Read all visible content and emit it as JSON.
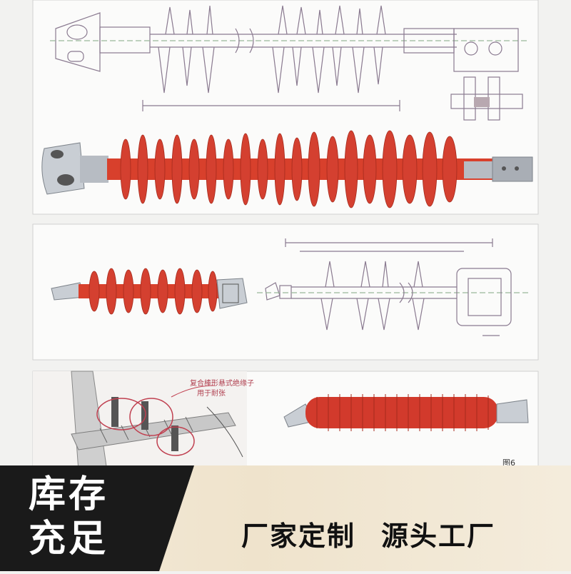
{
  "colors": {
    "insulator_red": "#d8402c",
    "drawing_line": "#8a7a90",
    "banner_dark": "#1a1a1a",
    "banner_light": "#f2e6d0"
  },
  "diagram": {
    "caption_line1": "复合棒形悬式绝缘子",
    "caption_line2": "用于耐张",
    "figure_label": "图6"
  },
  "banner": {
    "stock_line1": "库存",
    "stock_line2": "充足",
    "slogan_part1": "厂家定制",
    "slogan_part2": "源头工厂"
  }
}
